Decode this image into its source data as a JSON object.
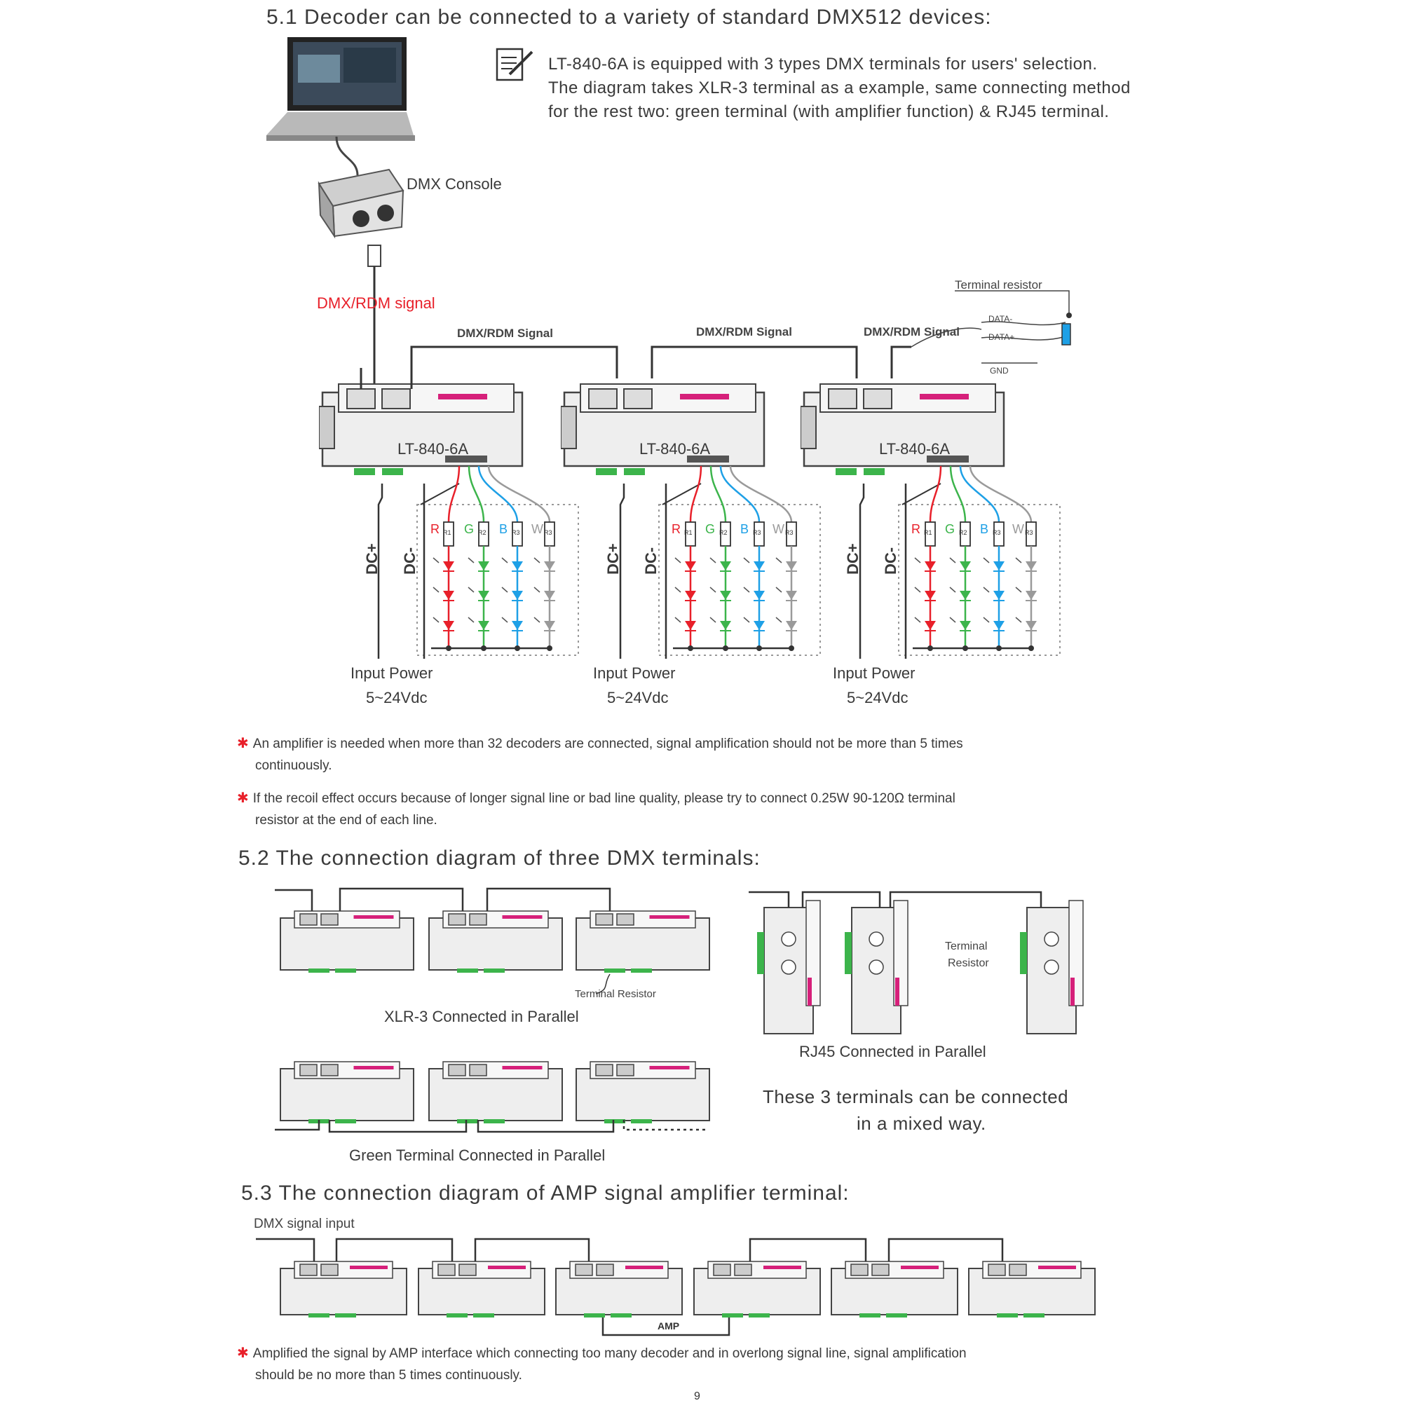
{
  "s51": {
    "title": "5.1 Decoder can be connected to a variety of standard DMX512 devices:",
    "note_l1": "LT-840-6A is equipped with 3 types DMX terminals for users' selection.",
    "note_l2": "The diagram takes XLR-3 terminal as a example, same connecting method",
    "note_l3": "for the rest two: green terminal (with amplifier function) & RJ45 terminal.",
    "dmx_console": "DMX Console",
    "dmx_rdm_signal": "DMX/RDM signal",
    "link_signal": "DMX/RDM Signal",
    "terminal_resistor": "Terminal resistor",
    "data_minus": "DATA-",
    "data_plus": "DATA+",
    "gnd": "GND",
    "device_model": "LT-840-6A",
    "dc_plus": "DC+",
    "dc_minus": "DC-",
    "ch_r": "R",
    "ch_g": "G",
    "ch_b": "B",
    "ch_w": "W",
    "res_r": "R1",
    "res_g": "R2",
    "res_b": "R3",
    "res_w": "R3",
    "input_power": "Input Power",
    "input_voltage": "5~24Vdc",
    "bullet1_l1": "An amplifier is needed when more than 32 decoders are connected, signal amplification should not be more than  5 times",
    "bullet1_l2": "continuously.",
    "bullet2_l1": "If the recoil effect occurs because of longer signal line or bad line quality, please try to connect 0.25W 90-120Ω  terminal",
    "bullet2_l2": "resistor at the end of each line."
  },
  "s52": {
    "title": "5.2 The connection diagram of three DMX terminals:",
    "terminal_resistor": "Terminal Resistor",
    "terminal_resistor_l1": "Terminal",
    "terminal_resistor_l2": "Resistor",
    "xlr_caption": "XLR-3 Connected in Parallel",
    "rj45_caption": "RJ45 Connected in Parallel",
    "green_caption": "Green Terminal Connected in Parallel",
    "mixed_l1": "These 3 terminals can be connected",
    "mixed_l2": "in a mixed way."
  },
  "s53": {
    "title": "5.3 The connection diagram of AMP signal amplifier terminal:",
    "input_label": "DMX signal input",
    "amp": "AMP",
    "bullet_l1": "Amplified the signal by AMP interface which connecting too many decoder and in overlong signal line, signal amplification",
    "bullet_l2": "should be no more than 5 times continuously."
  },
  "page_number": "9",
  "colors": {
    "red": "#e8202a",
    "green": "#3cb44b",
    "blue": "#1ea0e6",
    "gray": "#9a9a9a",
    "magenta": "#d6207a"
  }
}
